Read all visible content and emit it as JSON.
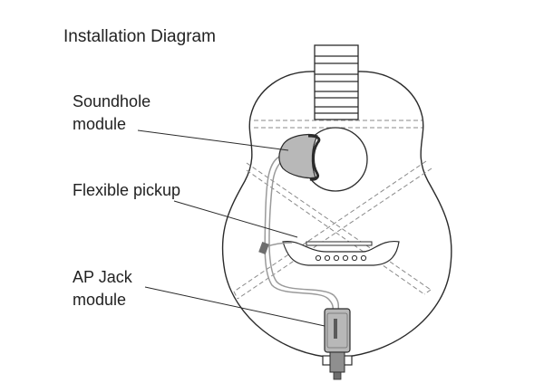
{
  "title": "Installation Diagram",
  "labels": {
    "soundhole_line1": "Soundhole",
    "soundhole_line2": "module",
    "flexible_pickup": "Flexible pickup",
    "ap_jack_line1": "AP Jack",
    "ap_jack_line2": "module"
  },
  "colors": {
    "outline": "#2b2b2b",
    "dashed": "#8a8a8a",
    "module_fill": "#b8b8b8",
    "module_dark": "#6e6e6e",
    "cable": "#9a9a9a"
  }
}
